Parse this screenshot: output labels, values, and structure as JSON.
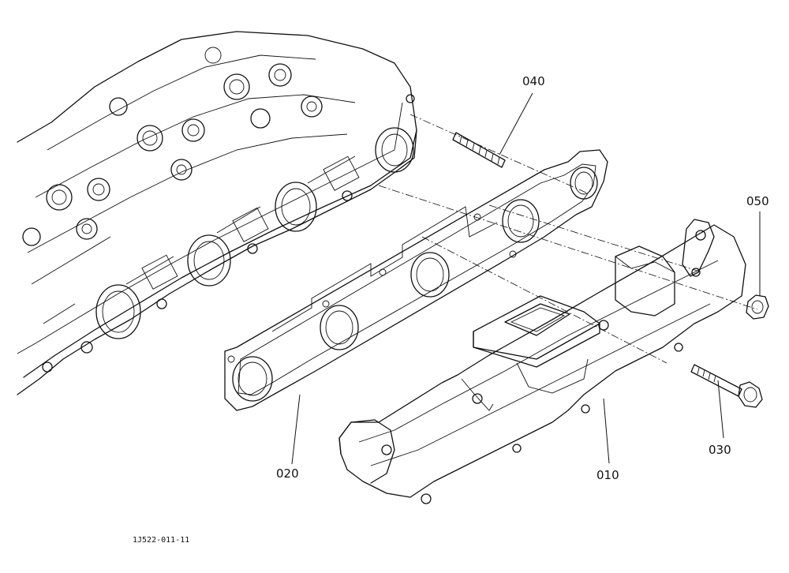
{
  "labels": {
    "p040": "040",
    "p050": "050",
    "p020": "020",
    "p010": "010",
    "p030": "030"
  },
  "drawing_code": "1J522-011-11",
  "colors": {
    "ink": "#111111",
    "paper": "#ffffff"
  }
}
